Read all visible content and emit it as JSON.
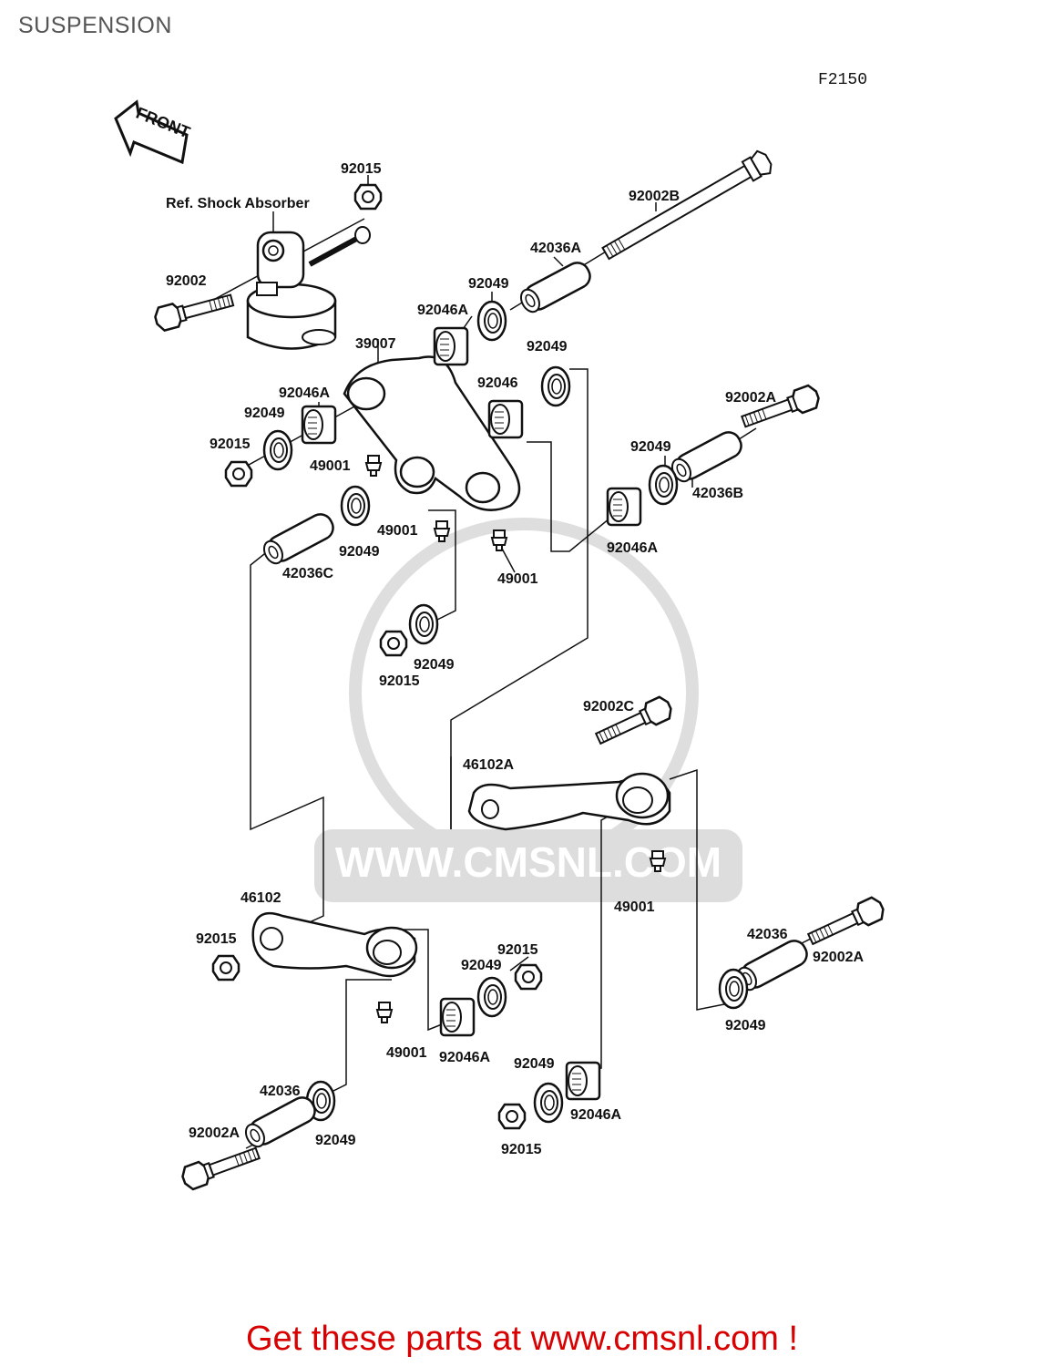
{
  "header": {
    "title": "SUSPENSION"
  },
  "diagram": {
    "code": "F2150",
    "front_label": "FRONT",
    "ref_label": "Ref. Shock Absorber",
    "watermark": "WWW.CMSNL.COM",
    "parts": [
      {
        "id": "p01",
        "number": "92015"
      },
      {
        "id": "p02",
        "number": "92002"
      },
      {
        "id": "p03",
        "number": "92002B"
      },
      {
        "id": "p04",
        "number": "42036A"
      },
      {
        "id": "p05",
        "number": "92049"
      },
      {
        "id": "p06",
        "number": "92046A"
      },
      {
        "id": "p07",
        "number": "39007"
      },
      {
        "id": "p08",
        "number": "92049"
      },
      {
        "id": "p09",
        "number": "92046"
      },
      {
        "id": "p10",
        "number": "92046A"
      },
      {
        "id": "p11",
        "number": "92049"
      },
      {
        "id": "p12",
        "number": "92015"
      },
      {
        "id": "p13",
        "number": "49001"
      },
      {
        "id": "p14",
        "number": "92002A"
      },
      {
        "id": "p15",
        "number": "92049"
      },
      {
        "id": "p16",
        "number": "42036B"
      },
      {
        "id": "p17",
        "number": "49001"
      },
      {
        "id": "p18",
        "number": "92049"
      },
      {
        "id": "p19",
        "number": "42036C"
      },
      {
        "id": "p20",
        "number": "49001"
      },
      {
        "id": "p21",
        "number": "92046A"
      },
      {
        "id": "p22",
        "number": "92049"
      },
      {
        "id": "p23",
        "number": "92015"
      },
      {
        "id": "p24",
        "number": "92002C"
      },
      {
        "id": "p25",
        "number": "46102A"
      },
      {
        "id": "p26",
        "number": "49001"
      },
      {
        "id": "p27",
        "number": "46102"
      },
      {
        "id": "p28",
        "number": "92015"
      },
      {
        "id": "p29",
        "number": "42036"
      },
      {
        "id": "p30",
        "number": "92002A"
      },
      {
        "id": "p31",
        "number": "92015"
      },
      {
        "id": "p32",
        "number": "92049"
      },
      {
        "id": "p33",
        "number": "92049"
      },
      {
        "id": "p34",
        "number": "49001"
      },
      {
        "id": "p35",
        "number": "92046A"
      },
      {
        "id": "p36",
        "number": "92049"
      },
      {
        "id": "p37",
        "number": "42036"
      },
      {
        "id": "p38",
        "number": "92049"
      },
      {
        "id": "p39",
        "number": "92002A"
      },
      {
        "id": "p40",
        "number": "92046A"
      },
      {
        "id": "p41",
        "number": "92015"
      }
    ]
  },
  "footer": {
    "link_text": "Get these parts at www.cmsnl.com !"
  }
}
